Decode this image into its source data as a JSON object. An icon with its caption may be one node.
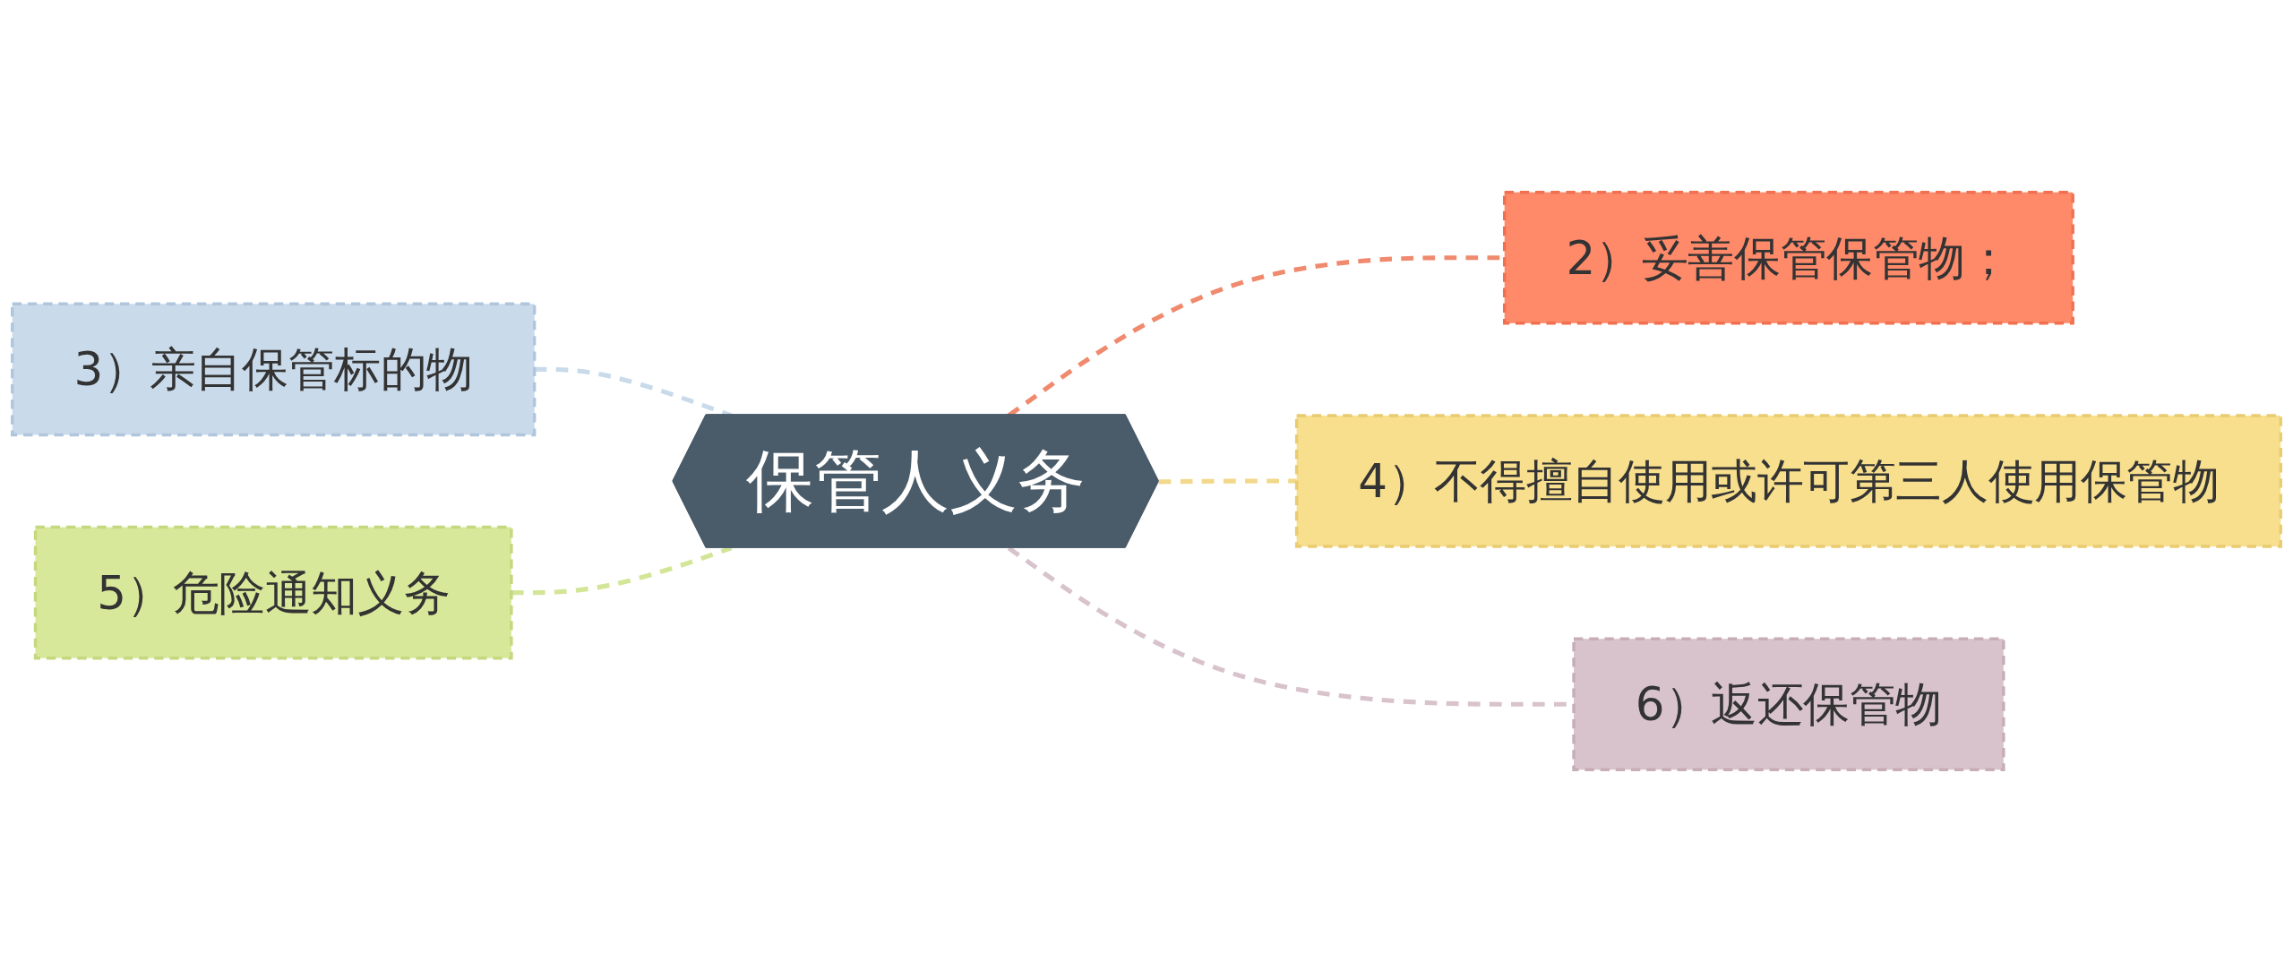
{
  "diagram": {
    "nodes": [
      {
        "text": [
          "保管人义务"
        ]
      },
      {
        "text": [
          "2）妥善保管保管物；"
        ]
      },
      {
        "text": [
          "3）亲自保管标的物"
        ]
      },
      {
        "text": [
          "4）不得擅自使用或许可第三人使用保管物"
        ]
      },
      {
        "text": [
          "5）危险通知义务"
        ]
      },
      {
        "text": [
          "6）返还保管物"
        ]
      }
    ],
    "edges": [
      {
        "from": 0,
        "to": 1,
        "arrow": "none",
        "style": "dashed",
        "color": "#f08a6e"
      },
      {
        "from": 0,
        "to": 2,
        "arrow": "none",
        "style": "dashed",
        "color": "#c9daea"
      },
      {
        "from": 0,
        "to": 3,
        "arrow": "none",
        "style": "dashed",
        "color": "#f2d88a"
      },
      {
        "from": 0,
        "to": 4,
        "arrow": "none",
        "style": "dashed",
        "color": "#d3e596"
      },
      {
        "from": 0,
        "to": 5,
        "arrow": "none",
        "style": "dashed",
        "color": "#d8c3cc"
      }
    ]
  }
}
